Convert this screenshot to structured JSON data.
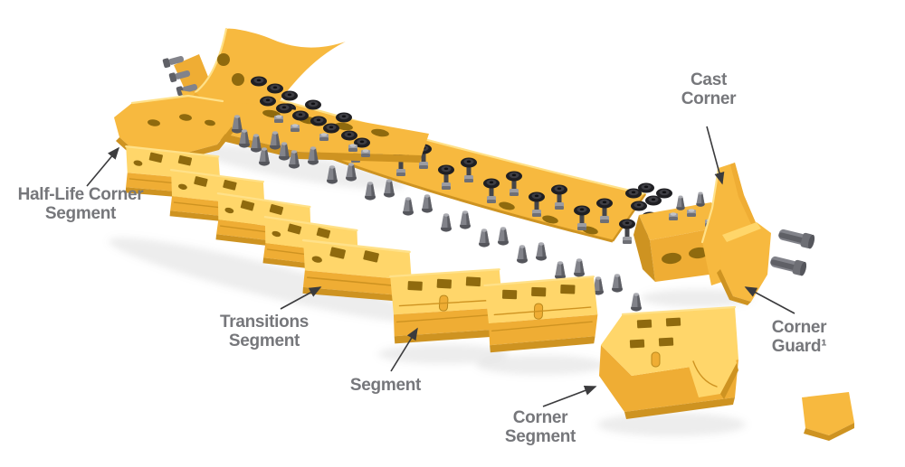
{
  "figure": {
    "background": "#ffffff",
    "colors": {
      "cat_yellow": "#F7B93F",
      "cat_yellow_light": "#FFD66A",
      "cat_yellow_mid": "#EFAD34",
      "cat_yellow_dark": "#CE9321",
      "cat_yellow_deep": "#8F6A0E",
      "hardware_black": "#1F1F23",
      "hardware_gray": "#82838A",
      "label_text": "#76777B",
      "arrow": "#3B3B3D"
    },
    "labels": {
      "cast_corner": {
        "line1": "Cast",
        "line2": "Corner"
      },
      "half_life_corner_segment": {
        "line1": "Half-Life Corner",
        "line2": "Segment"
      },
      "transitions_segment": {
        "line1": "Transitions",
        "line2": "Segment"
      },
      "segment": {
        "line1": "Segment"
      },
      "corner_segment": {
        "line1": "Corner",
        "line2": "Segment"
      },
      "corner_guard": {
        "line1": "Corner",
        "line2": "Guard¹"
      }
    }
  }
}
